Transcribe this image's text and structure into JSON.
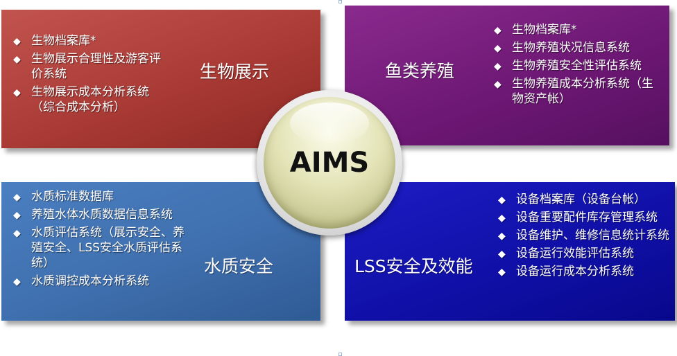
{
  "center": {
    "label": "AIMS"
  },
  "quadrants": {
    "top_left": {
      "title": "生物展示",
      "items": [
        "生物档案库*",
        "生物展示合理性及游客评价系统",
        "生物展示成本分析系统（综合成本分析）"
      ]
    },
    "top_right": {
      "title": "鱼类养殖",
      "items": [
        "生物档案库*",
        "生物养殖状况信息系统",
        "生物养殖安全性评估系统",
        "生物养殖成本分析系统（生物资产帐）"
      ]
    },
    "bottom_left": {
      "title": "水质安全",
      "items": [
        "水质标准数据库",
        "养殖水体水质数据信息系统",
        "水质评估系统（展示安全、养殖安全、LSS安全水质评估系统）",
        "水质调控成本分析系统"
      ]
    },
    "bottom_right": {
      "title": "LSS安全及效能",
      "items": [
        "设备档案库（设备台帐）",
        "设备重要配件库存管理系统",
        "设备维护、维修信息统计系统",
        "设备运行效能评估系统",
        "设备运行成本分析系统"
      ]
    }
  },
  "bullet_icon": "diamond-icon",
  "colors": {
    "top_left": "#a93a35",
    "top_right": "#6e1875",
    "bottom_left": "#3f6fae",
    "bottom_right": "#1010a8",
    "center": "#e4e4b8"
  }
}
